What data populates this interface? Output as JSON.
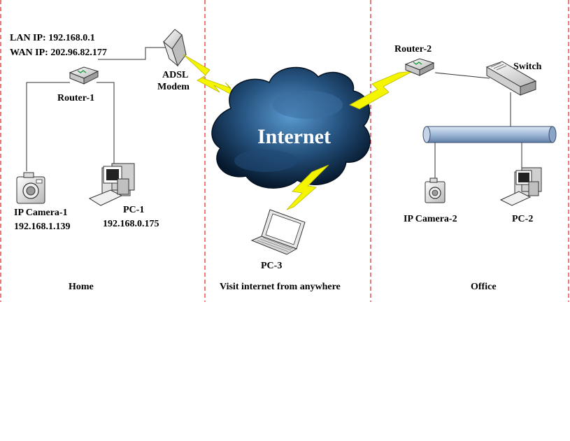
{
  "zones": {
    "home": "Home",
    "anywhere": "Visit internet from anywhere",
    "office": "Office"
  },
  "home": {
    "lan_ip": "LAN IP:  192.168.0.1",
    "wan_ip": "WAN IP:  202.96.82.177",
    "router": "Router-1",
    "modem_line1": "ADSL",
    "modem_line2": "Modem",
    "camera_name": "IP Camera-1",
    "camera_ip": "192.168.1.139",
    "pc_name": "PC-1",
    "pc_ip": "192.168.0.175"
  },
  "internet": {
    "label": "Internet",
    "laptop": "PC-3"
  },
  "office": {
    "router": "Router-2",
    "switch": "Switch",
    "camera": "IP Camera-2",
    "pc": "PC-2"
  },
  "colors": {
    "divider": "#e02020",
    "lightning": "#f5f500",
    "cloud_dark": "#0a2440",
    "cloud_light": "#4a86b8",
    "bus": "#9fb8d8"
  }
}
